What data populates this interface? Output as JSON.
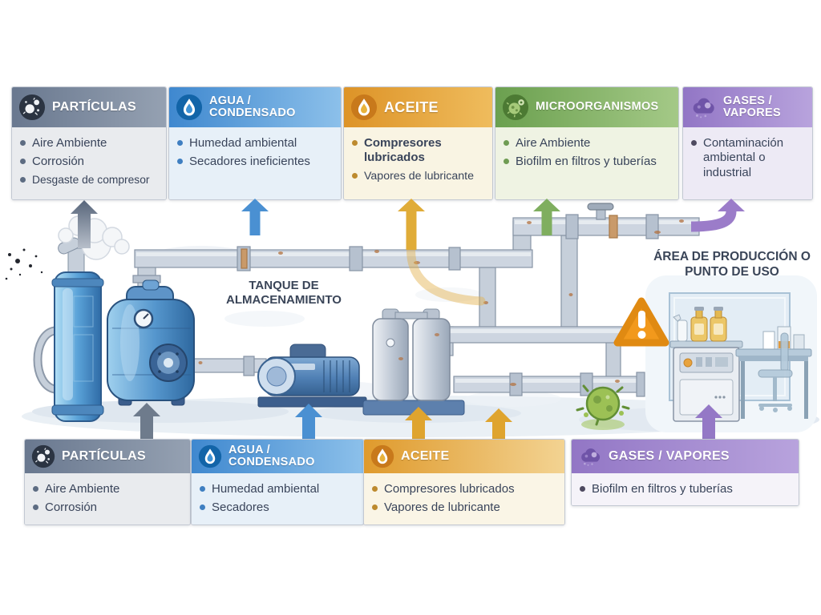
{
  "colors": {
    "particulas": "#77869b",
    "agua_condensado": "#4a90d2",
    "aceite": "#e29b2d",
    "microorganismos": "#79a85a",
    "gases_vapores": "#9b7fc9",
    "warning": "#f2991c",
    "microbio": "#9cc155"
  },
  "top_cards": [
    {
      "title": "PARTÍCULAS",
      "icon": "particles-icon",
      "items": [
        "Aire Ambiente",
        "Corrosión",
        "Desgaste de compresor"
      ]
    },
    {
      "title": "AGUA / CONDENSADO",
      "icon": "water-drop-icon",
      "items": [
        "Humedad ambiental",
        "Secadores ineficientes"
      ]
    },
    {
      "title": "ACEITE",
      "icon": "oil-drop-icon",
      "items": [
        "Compresores lubricados",
        "Vapores de lubricante"
      ]
    },
    {
      "title": "MICROORGANISMOS",
      "icon": "microbe-icon",
      "items": [
        "Aire Ambiente",
        "Biofilm en filtros y tuberías"
      ]
    },
    {
      "title": "GASES / VAPORES",
      "icon": "gas-cloud-icon",
      "items": [
        "Contaminación ambiental o industrial"
      ]
    }
  ],
  "bottom_cards": [
    {
      "title": "PARTÍCULAS",
      "icon": "particles-icon",
      "items": [
        "Aire Ambiente",
        "Corrosión"
      ]
    },
    {
      "title": "AGUA / CONDENSADO",
      "icon": "water-drop-icon",
      "items": [
        "Humedad ambiental",
        "Secadores"
      ]
    },
    {
      "title": "ACEITE",
      "icon": "oil-drop-icon",
      "items": [
        "Compresores lubricados",
        "Vapores de lubricante"
      ]
    },
    {
      "title": "GASES / VAPORES",
      "icon": "gas-cloud-icon",
      "items": [
        "Biofilm en filtros y tuberías"
      ]
    }
  ],
  "diagram": {
    "storage_tank_label": "TANQUE DE ALMACENAMIENTO",
    "production_area_label": "ÁREA DE PRODUCCIÓN O PUNTO DE USO"
  }
}
